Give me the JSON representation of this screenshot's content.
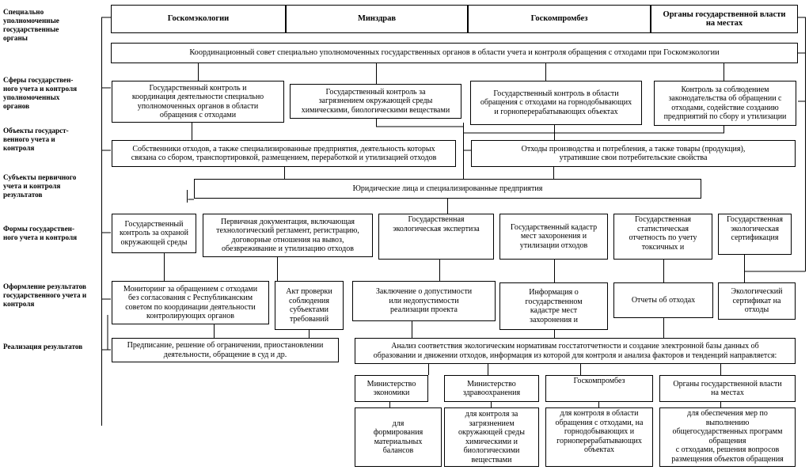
{
  "row_labels": [
    "Специально\nуполномоченные\nгосударственные\nорганы",
    "Сферы государствен-\nного учета и контроля\nуполномоченных\nорганов",
    "Объекты государст-\nвенного учета и\nконтроля",
    "Субъекты первичного\nучета и контроля\nрезультатов",
    "Формы государствен-\nного учета и контроля",
    "Оформление результатов\nгосударственного учета и\nконтроля",
    "Реализация результатов"
  ],
  "agencies": [
    "Госкомэкологии",
    "Минздрав",
    "Госкомпромбез",
    "Органы государственной власти\nна местах"
  ],
  "council": "Координационный совет специально уполномоченных государственных органов в области учета и контроля обращения с отходами при Госкомэкологии",
  "spheres": [
    "Государственный контроль и\nкоординация деятельности специально\nуполномоченных органов в области\nобращения с отходами",
    "Государственный контроль за\nзагрязнением окружающей среды\nхимическими, биологическими веществами",
    "Государственный контроль в области\nобращения с отходами на горнодобывающих\nи горноперерабатывающих объектах",
    "Контроль за соблюдением\nзаконодательства об обращении с\nотходами, содействие созданию\nпредприятий по сбору и утилизации"
  ],
  "objects": [
    "Собственники отходов, а также специализированные предприятия, деятельность которых\nсвязана со сбором, транспортировкой, размещением, переработкой и утилизацией отходов",
    "Отходы производства и потребления, а также товары (продукция),\nутратившие свои потребительские свойства"
  ],
  "subjects": "Юридические лица и специализированные предприятия",
  "forms": [
    "Государственный\nконтроль за охраной\nокружающей среды",
    "Первичная документация, включающая\nтехнологический регламент, регистрацию,\nдоговорные отношения на вывоз,\nобезвреживание и утилизацию отходов",
    "Государственная\nэкологическая экспертиза",
    "Государственный кадастр\nмест захоронения и\nутилизации отходов",
    "Государственная\nстатистическая\nотчетность по учету\nтоксичных и",
    "Государственная\nэкологическая\nсертификация"
  ],
  "results": [
    "Мониторинг за обращением с отходами\nбез согласования с Республиканским\nсоветом по координации деятельности\nконтролирующих органов",
    "Акт проверки\nсоблюдения\nсубъектами\nтребований",
    "Заключение о допустимости\nили недопустимости\nреализации проекта",
    "Информация о\nгосударственном\nкадастре мест\nзахоронения и",
    "Отчеты об отходах",
    "Экологический\nсертификат на\nотходы"
  ],
  "realization_left": "Предписание, решение об ограничении, приостановлении\nдеятельности, обращение в суд и др.",
  "analysis": "Анализ соответствия экологическим нормативам госстатотчетности и создание электронной базы данных об\nобразовании и движении отходов, информация из которой для контроля и анализа факторов и тенденций направляется:",
  "recipients": [
    "Министерство\nэкономики",
    "Министерство\nздравоохранения",
    "Госкомпромбез",
    "Органы государственной власти\nна местах"
  ],
  "purposes": [
    "для\nформирования\nматериальных\nбалансов",
    "для контроля за\nзагрязнением\nокружающей среды\nхимическими и\nбиологическими\nвеществами",
    "для контроля в области\nобращения с отходами, на\nгорнодобывающих и\nгорноперерабатывающих\nобъектах",
    "для обеспечения мер по\nвыполнению\nобщегосударственных программ\nобращения\nс отходами, решения вопросов\nразмещения объектов обращения"
  ]
}
